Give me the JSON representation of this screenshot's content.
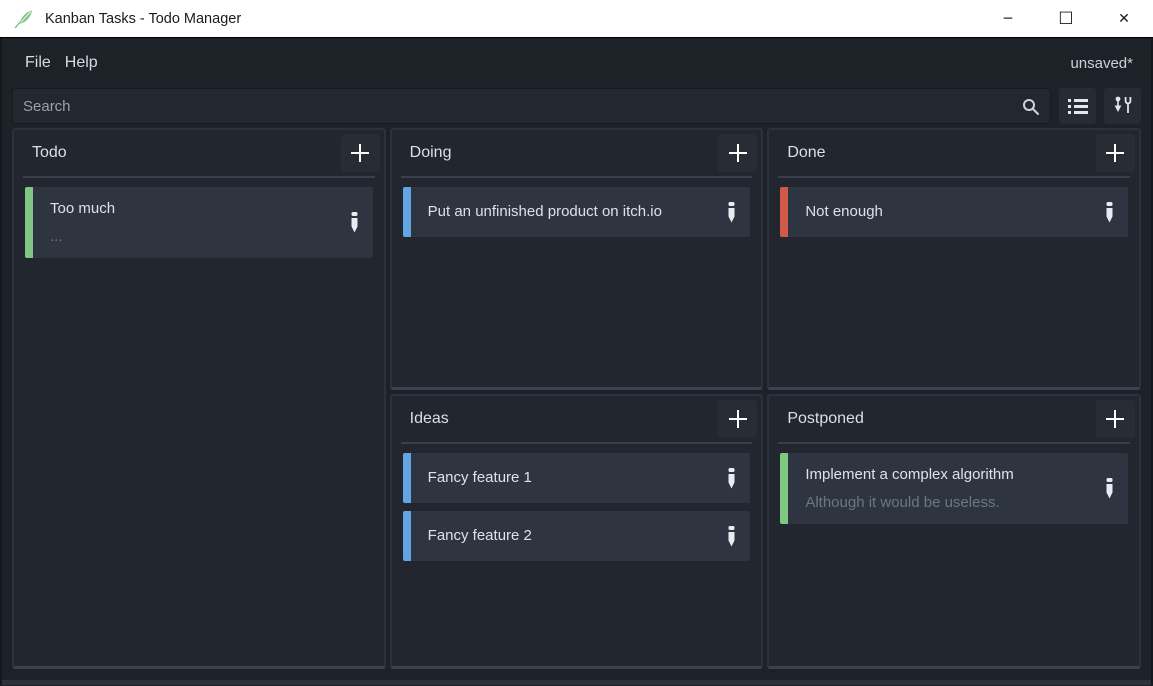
{
  "window": {
    "title": "Kanban Tasks - Todo Manager",
    "unsaved_indicator": "unsaved*",
    "controls": {
      "minimize": "─",
      "maximize": "☐",
      "close": "✕"
    }
  },
  "menu": {
    "file_label": "File",
    "help_label": "Help"
  },
  "search": {
    "placeholder": "Search",
    "value": ""
  },
  "icons": {
    "app": "green-feather-quill",
    "search": "magnifier",
    "list_view": "bulleted-list",
    "tools": "shovel-and-wrench-tools",
    "add": "plus",
    "edit": "pencil"
  },
  "colors": {
    "accent_green": "#7ec882",
    "accent_blue": "#63a5e0",
    "accent_red": "#cf5a47",
    "panel_bg": "#22262e",
    "card_bg": "#2f3540",
    "titlebar_bg": "#ffffff"
  },
  "board": {
    "columns": [
      {
        "name": "Todo",
        "cards": [
          {
            "title": "Too much",
            "subtitle": "...",
            "accent": "#7ec882"
          }
        ]
      },
      {
        "name": "Doing",
        "cards": [
          {
            "title": "Put an unfinished product on itch.io",
            "accent": "#63a5e0"
          }
        ]
      },
      {
        "name": "Done",
        "cards": [
          {
            "title": "Not enough",
            "accent": "#cf5a47"
          }
        ]
      },
      {
        "name": "Ideas",
        "cards": [
          {
            "title": "Fancy feature 1",
            "accent": "#63a5e0"
          },
          {
            "title": "Fancy feature 2",
            "accent": "#63a5e0"
          }
        ]
      },
      {
        "name": "Postponed",
        "cards": [
          {
            "title": "Implement a complex algorithm",
            "subtitle": "Although it would be useless.",
            "accent": "#7ec882"
          }
        ]
      }
    ]
  }
}
